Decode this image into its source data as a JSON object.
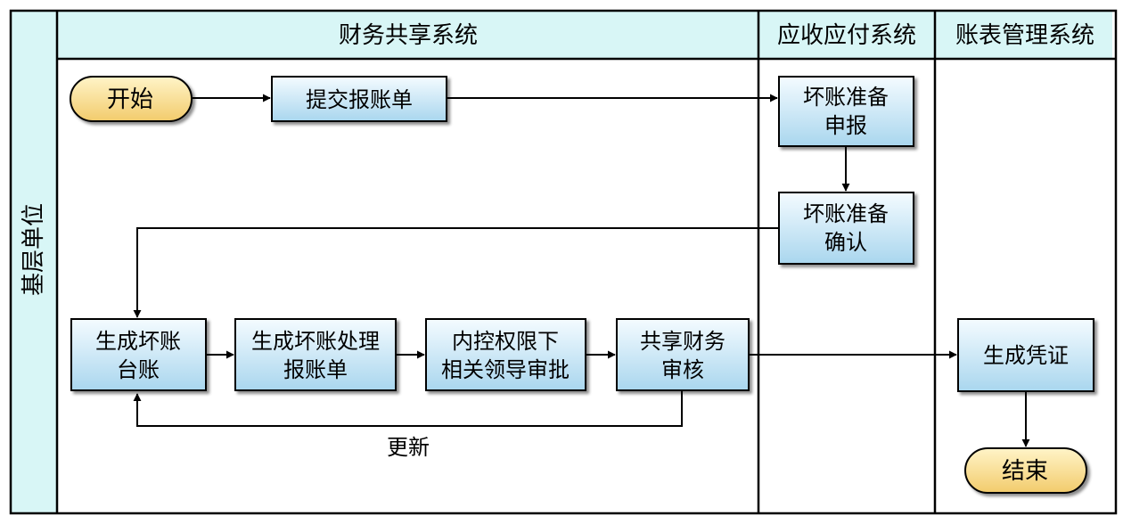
{
  "lane_label": "基层单位",
  "columns": [
    {
      "title": "财务共享系统"
    },
    {
      "title": "应收应付系统"
    },
    {
      "title": "账表管理系统"
    }
  ],
  "nodes": {
    "start": {
      "lines": [
        "开始"
      ]
    },
    "submit": {
      "lines": [
        "提交报账单"
      ]
    },
    "bd_report": {
      "lines": [
        "坏账准备",
        "申报"
      ]
    },
    "bd_confirm": {
      "lines": [
        "坏账准备",
        "确认"
      ]
    },
    "ledger": {
      "lines": [
        "生成坏账",
        "台账"
      ]
    },
    "bill": {
      "lines": [
        "生成坏账处理",
        "报账单"
      ]
    },
    "approve": {
      "lines": [
        "内控权限下",
        "相关领导审批"
      ]
    },
    "audit": {
      "lines": [
        "共享财务",
        "审核"
      ]
    },
    "voucher": {
      "lines": [
        "生成凭证"
      ]
    },
    "end": {
      "lines": [
        "结束"
      ]
    }
  },
  "edge_labels": {
    "update": "更新"
  },
  "colors": {
    "header_fill": "#d8f6f6",
    "box_fill_top": "#f4fbff",
    "box_fill_bottom": "#aad7ef",
    "terminal_fill_top": "#fff3c4",
    "terminal_fill_bottom": "#f3cd72"
  }
}
